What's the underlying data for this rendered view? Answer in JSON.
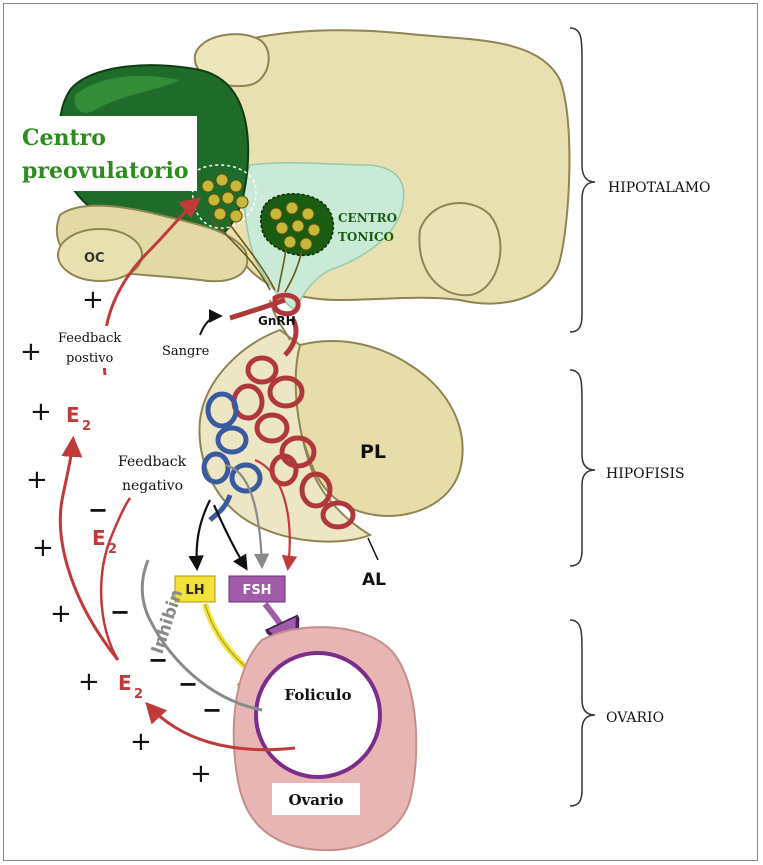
{
  "labels": {
    "centro_preovulatorio_1": "Centro",
    "centro_preovulatorio_2": "preovulatorio",
    "centro_tonico_1": "CENTRO",
    "centro_tonico_2": "TONICO",
    "oc": "OC",
    "gnrh": "GnRH",
    "sangre": "Sangre",
    "pl": "PL",
    "al": "AL",
    "lh": "LH",
    "fsh": "FSH",
    "foliculo": "Foliculo",
    "ovario": "Ovario",
    "feedback_pos_1": "Feedback",
    "feedback_pos_2": "postivo",
    "feedback_neg_1": "Feedback",
    "feedback_neg_2": "negativo",
    "inhibin": "Inhibin",
    "e2_main": "E",
    "e2_sub": "2",
    "plus": "+",
    "minus": "−"
  },
  "regions": {
    "hipotalamo": "HIPOTALAMO",
    "hipofisis": "HIPOFISIS",
    "ovario": "OVARIO"
  },
  "colors": {
    "dark_green": "#1f6b2a",
    "label_green": "#2e8b1e",
    "tonic_green": "#1a5c12",
    "tissue": "#e8e0b0",
    "tissue_shade": "#cfc58a",
    "mint": "#c9ead6",
    "artery_red": "#b0383a",
    "vein_blue": "#3a5aa0",
    "lh_yellow": "#f2e23a",
    "fsh_purple": "#a05ca8",
    "ovary_pink": "#e7b5b3",
    "follicle_ring": "#7b2d8b",
    "arrow_red": "#c03a3a",
    "arrow_gray": "#8a8a8a"
  }
}
